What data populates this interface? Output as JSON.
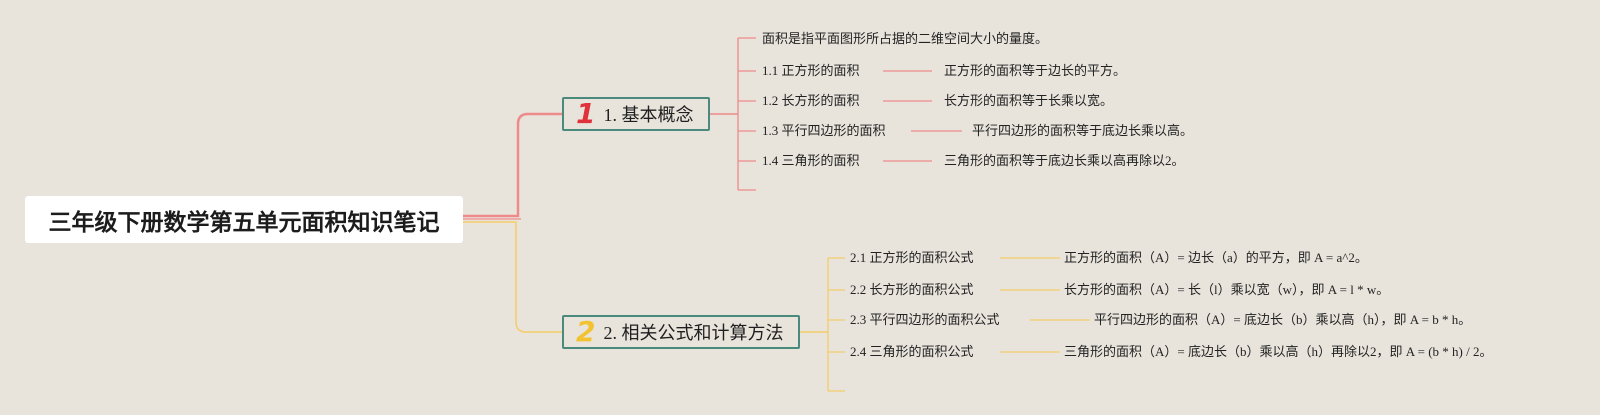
{
  "root": {
    "title": "三年级下册数学第五单元面积知识笔记"
  },
  "branch1": {
    "number": "1",
    "label": "1. 基本概念",
    "intro": "面积是指平面图形所占据的二维空间大小的量度。",
    "items": [
      {
        "label": "1.1 正方形的面积",
        "desc": "正方形的面积等于边长的平方。"
      },
      {
        "label": "1.2 长方形的面积",
        "desc": "长方形的面积等于长乘以宽。"
      },
      {
        "label": "1.3 平行四边形的面积",
        "desc": "平行四边形的面积等于底边长乘以高。"
      },
      {
        "label": "1.4 三角形的面积",
        "desc": "三角形的面积等于底边长乘以高再除以2。"
      }
    ]
  },
  "branch2": {
    "number": "2",
    "label": "2. 相关公式和计算方法",
    "items": [
      {
        "label": "2.1 正方形的面积公式",
        "desc": "正方形的面积（A）= 边长（a）的平方，即 A = a^2。"
      },
      {
        "label": "2.2 长方形的面积公式",
        "desc": "长方形的面积（A）= 长（l）乘以宽（w），即 A = l * w。"
      },
      {
        "label": "2.3 平行四边形的面积公式",
        "desc": "平行四边形的面积（A）= 底边长（b）乘以高（h），即 A = b * h。"
      },
      {
        "label": "2.4 三角形的面积公式",
        "desc": "三角形的面积（A）= 底边长（b）乘以高（h）再除以2，即 A = (b * h) / 2。"
      }
    ]
  },
  "colors": {
    "background": "#e8e4dc",
    "branch1_line": "#ee8a8a",
    "branch2_line": "#f5cd6a",
    "branch_border": "#4a8a7d",
    "number1": "#e0323c",
    "number2": "#f2c230"
  }
}
